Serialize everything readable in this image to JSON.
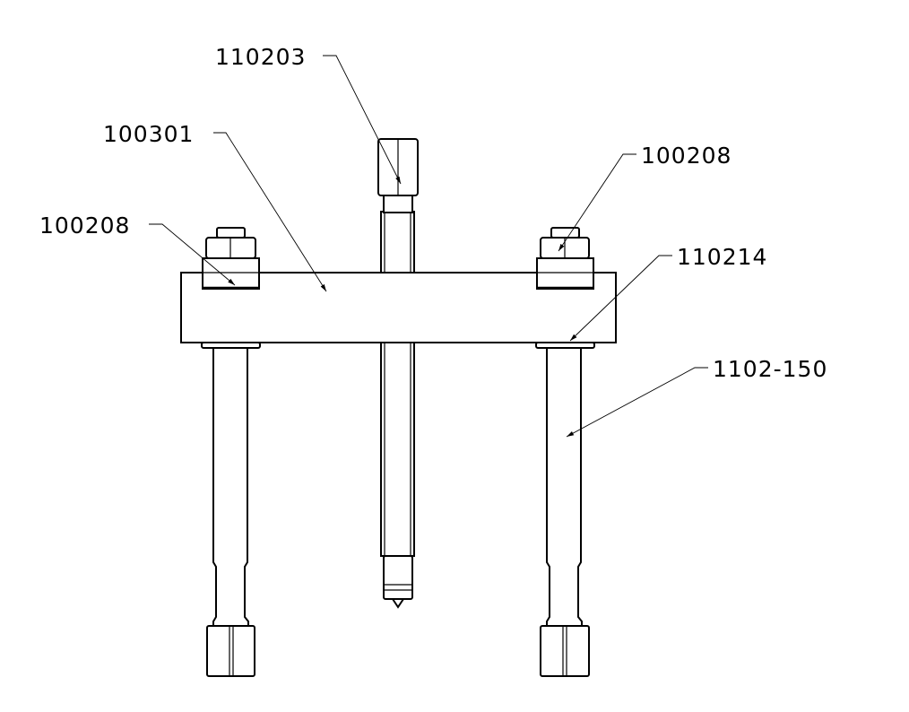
{
  "diagram": {
    "callouts": [
      {
        "id": "center-bolt",
        "part_number": "110203"
      },
      {
        "id": "crossbar",
        "part_number": "100301"
      },
      {
        "id": "left-nut",
        "part_number": "100208"
      },
      {
        "id": "right-nut",
        "part_number": "100208"
      },
      {
        "id": "washer",
        "part_number": "110214"
      },
      {
        "id": "leg",
        "part_number": "1102-150"
      }
    ],
    "line_color": "#000000",
    "background": "#ffffff"
  }
}
